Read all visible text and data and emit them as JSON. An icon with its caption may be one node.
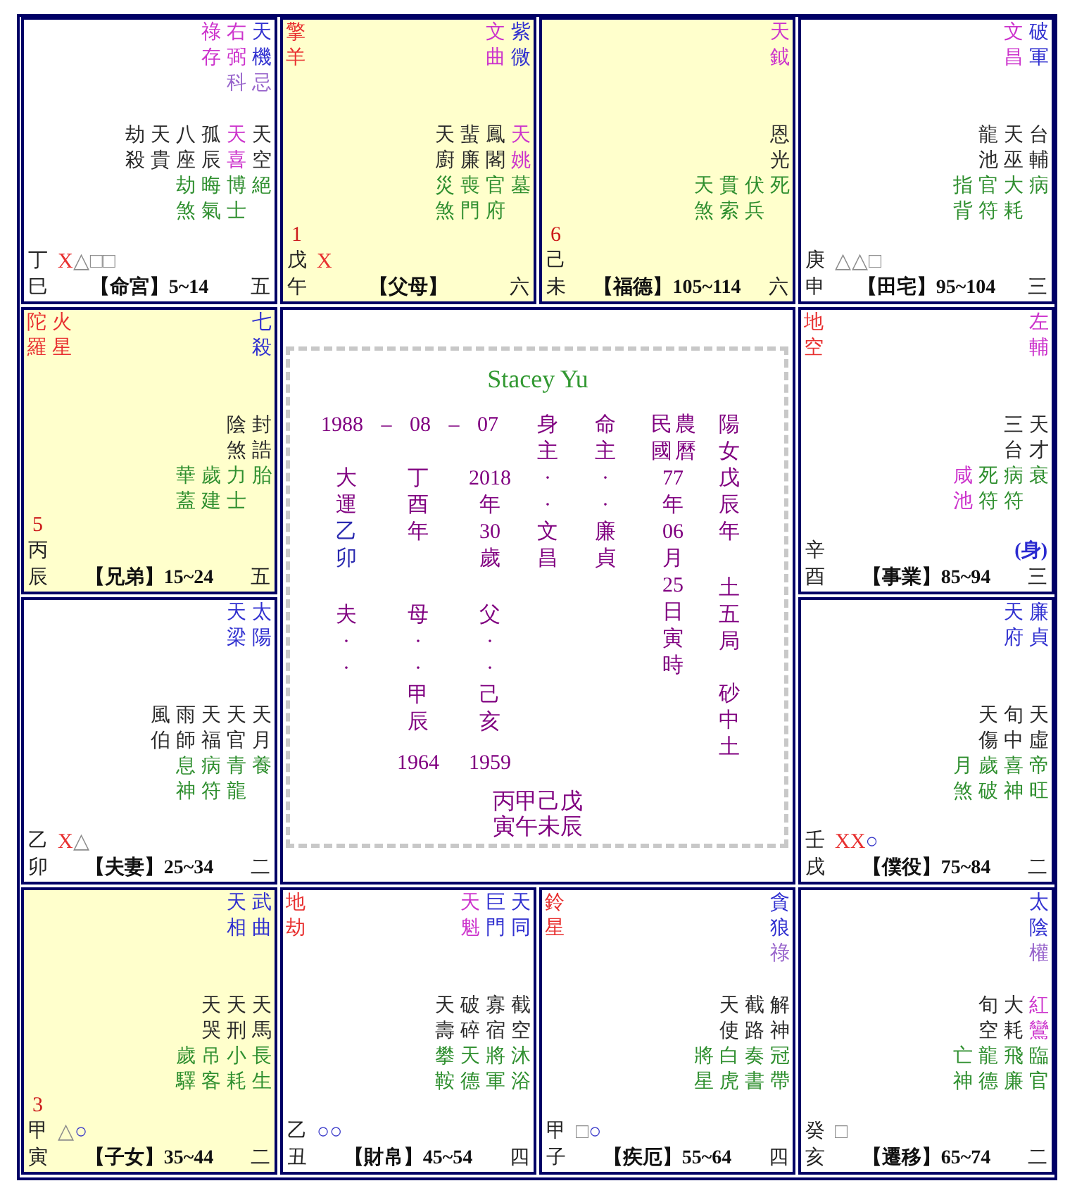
{
  "diagram": {
    "nodes": [
      {
        "text": [
          "祿存",
          "右弼",
          "科",
          "天機",
          "忌",
          "劫殺",
          "天貴",
          "八座",
          "孤辰",
          "天喜",
          "天空",
          "劫煞",
          "晦氣",
          "博士",
          "絕",
          "丁",
          "X△□□",
          "巳",
          "【命宮】5~14",
          "五"
        ]
      },
      {
        "text": [
          "擎羊",
          "文曲",
          "紫微",
          "天廚",
          "蜚廉",
          "鳳閣",
          "天姚",
          "災煞",
          "喪門",
          "官府",
          "墓",
          "1",
          "戊",
          "X",
          "午",
          "【父母】",
          "六"
        ]
      },
      {
        "text": [
          "天鉞",
          "恩光",
          "天煞",
          "貫索",
          "伏兵",
          "死",
          "6",
          "己",
          "未",
          "【福德】105~114",
          "六"
        ]
      },
      {
        "text": [
          "文昌",
          "破軍",
          "龍池",
          "天巫",
          "台輔",
          "指背",
          "官符",
          "大耗",
          "病",
          "庚",
          "△△□",
          "申",
          "【田宅】95~104",
          "三"
        ]
      },
      {
        "text": [
          "陀羅",
          "火星",
          "七殺",
          "陰煞",
          "封誥",
          "華蓋",
          "歲建",
          "力士",
          "胎",
          "5",
          "丙",
          "辰",
          "【兄弟】15~24",
          "五"
        ]
      },
      {
        "text": [],
        "shape": "box"
      },
      {
        "text": [
          "Stacey Yu",
          "1988 – 08 – 07",
          "大運",
          "乙卯",
          "丁酉年",
          "2018年30歲",
          "夫··",
          "母··甲辰",
          "父··己亥",
          "1964",
          "1959",
          "身主··文昌",
          "命主··廉貞",
          "民國",
          "農曆",
          "77年06月25日寅時",
          "陽女戊辰年",
          "土五局",
          "砂中土",
          "丙甲己戊",
          "寅午未辰"
        ],
        "in": 5
      },
      {
        "text": [
          "地空",
          "左輔",
          "三台",
          "天才",
          "咸池",
          "死符",
          "病符",
          "衰",
          "辛",
          "(身)",
          "酉",
          "【事業】85~94",
          "三"
        ]
      },
      {
        "text": [
          "天梁",
          "太陽",
          "風伯",
          "雨師",
          "天福",
          "天官",
          "天月",
          "息神",
          "病符",
          "青龍",
          "養",
          "乙",
          "X△",
          "卯",
          "【夫妻】25~34",
          "二"
        ]
      },
      {
        "text": [
          "天府",
          "廉貞",
          "天傷",
          "旬中",
          "天虛",
          "月煞",
          "歲破",
          "喜神",
          "帝旺",
          "壬",
          "XX○",
          "戌",
          "【僕役】75~84",
          "二"
        ]
      },
      {
        "text": [
          "天相",
          "武曲",
          "天哭",
          "天刑",
          "天馬",
          "歲驛",
          "吊客",
          "小耗",
          "長生",
          "3",
          "甲",
          "△○",
          "寅",
          "【子女】35~44",
          "二"
        ]
      },
      {
        "text": [
          "地劫",
          "天魁",
          "巨門",
          "天同",
          "天壽",
          "破碎",
          "寡宿",
          "截空",
          "攀鞍",
          "天德",
          "將軍",
          "沐浴",
          "乙",
          "○○",
          "丑",
          "【財帛】45~54",
          "四"
        ]
      },
      {
        "text": [
          "鈴星",
          "貪狼",
          "祿",
          "天使",
          "截路",
          "解神",
          "將星",
          "白虎",
          "奏書",
          "冠帶",
          "甲",
          "□○",
          "子",
          "【疾厄】55~64",
          "四"
        ]
      },
      {
        "text": [
          "太陰",
          "權",
          "旬空",
          "大耗",
          "紅鸞",
          "亡神",
          "龍德",
          "飛廉",
          "臨官",
          "癸",
          "□",
          "亥",
          "【遷移】65~74",
          "二"
        ]
      }
    ]
  }
}
